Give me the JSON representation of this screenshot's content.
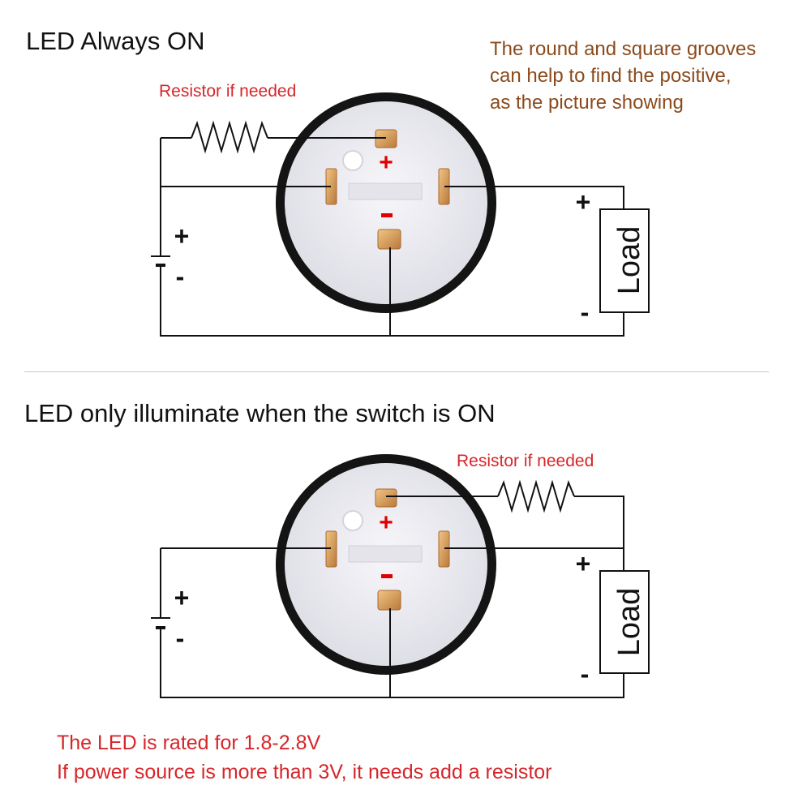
{
  "sections": [
    {
      "title": "LED Always ON"
    },
    {
      "title": "LED only illuminate when the switch is ON"
    }
  ],
  "note": {
    "lines": [
      "The round and square grooves",
      "can help to find the positive,",
      "as the picture showing"
    ]
  },
  "resistor_label": "Resistor if needed",
  "load_label": "Load",
  "polarity": {
    "plus": "+",
    "minus": "-"
  },
  "warning": {
    "lines": [
      "The LED is rated for 1.8-2.8V",
      "If power  source is more than 3V, it needs add a resistor"
    ]
  },
  "colors": {
    "text": "#111111",
    "note": "#8b4a1c",
    "warning_red": "#d6262b",
    "switch_ring": "#1a1a1a",
    "switch_face": "#ececf2",
    "terminal": "#d9a05b"
  }
}
